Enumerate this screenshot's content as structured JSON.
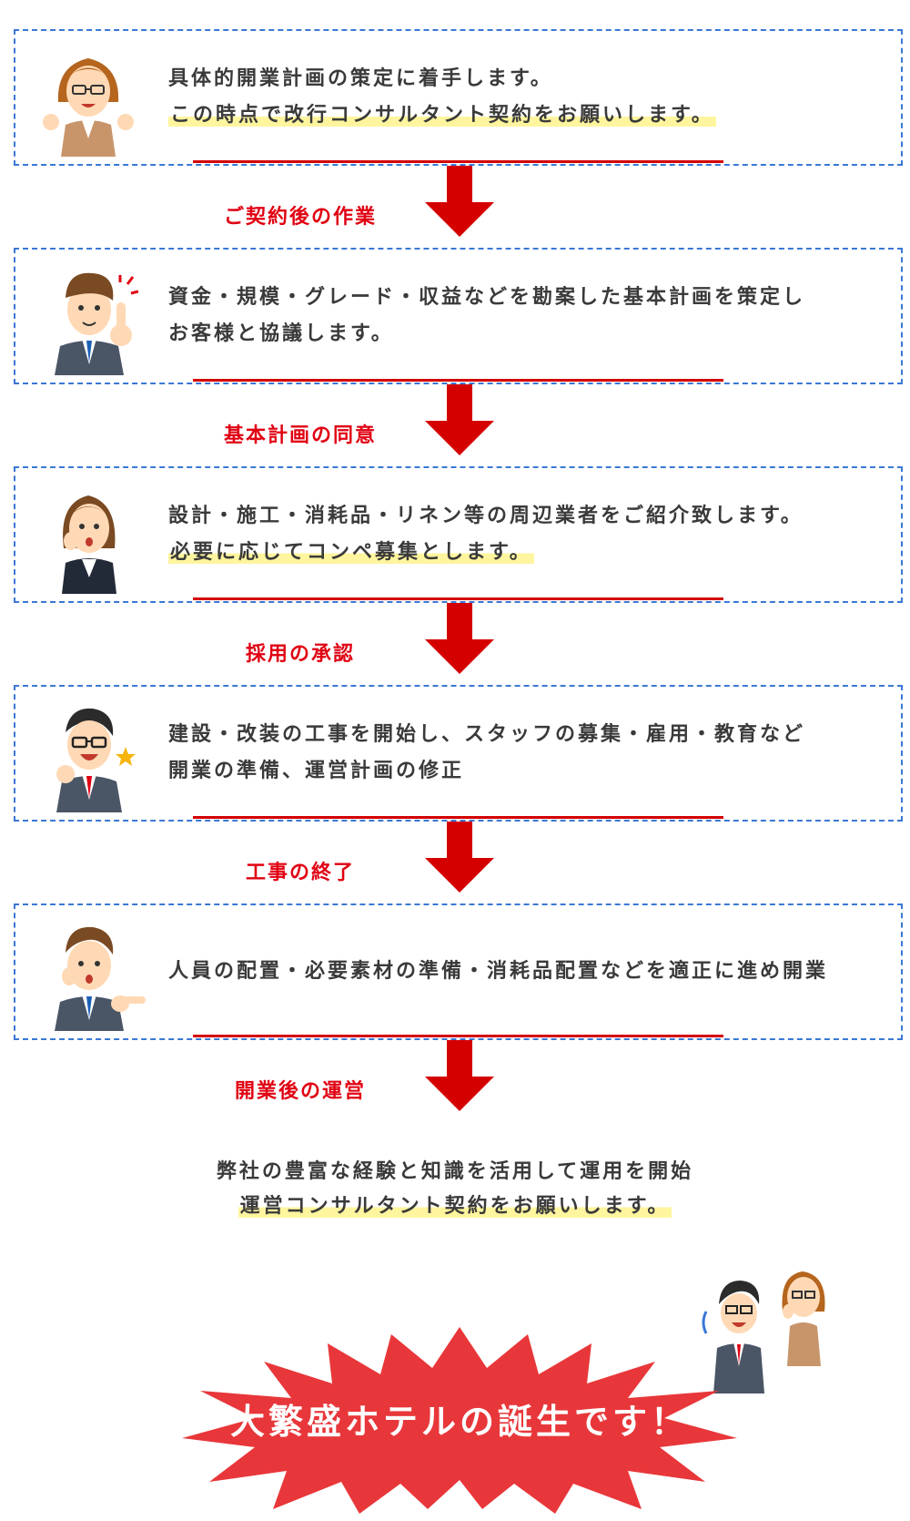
{
  "steps": [
    {
      "lines": [
        "具体的開業計画の策定に着手します。",
        "この時点で改行コンサルタント契約をお願いします。"
      ],
      "highlight_line": 1
    },
    {
      "lines": [
        "資金・規模・グレード・収益などを勘案した基本計画を策定し",
        "お客様と協議します。"
      ],
      "highlight_line": -1
    },
    {
      "lines": [
        "設計・施工・消耗品・リネン等の周辺業者をご紹介致します。",
        "必要に応じてコンペ募集とします。"
      ],
      "highlight_line": 1
    },
    {
      "lines": [
        "建設・改装の工事を開始し、スタッフの募集・雇用・教育など",
        "開業の準備、運営計画の修正"
      ],
      "highlight_line": -1
    },
    {
      "lines": [
        "人員の配置・必要素材の準備・消耗品配置などを適正に進め開業"
      ],
      "highlight_line": -1
    }
  ],
  "connectors": [
    {
      "label": "ご契約後の作業"
    },
    {
      "label": "基本計画の同意"
    },
    {
      "label": "採用の承認"
    },
    {
      "label": "工事の終了"
    },
    {
      "label": "開業後の運営"
    }
  ],
  "final": {
    "line1": "弊社の豊富な経験と知識を活用して運用を開始",
    "line2": "運営コンサルタント契約をお願いします。",
    "burst_text": "大繁盛ホテルの誕生です！"
  },
  "colors": {
    "accent_red": "#d40000",
    "label_red": "#e00012",
    "border_blue": "#3a78d4",
    "highlight": "#fff59e",
    "burst_red": "#e8373a"
  }
}
